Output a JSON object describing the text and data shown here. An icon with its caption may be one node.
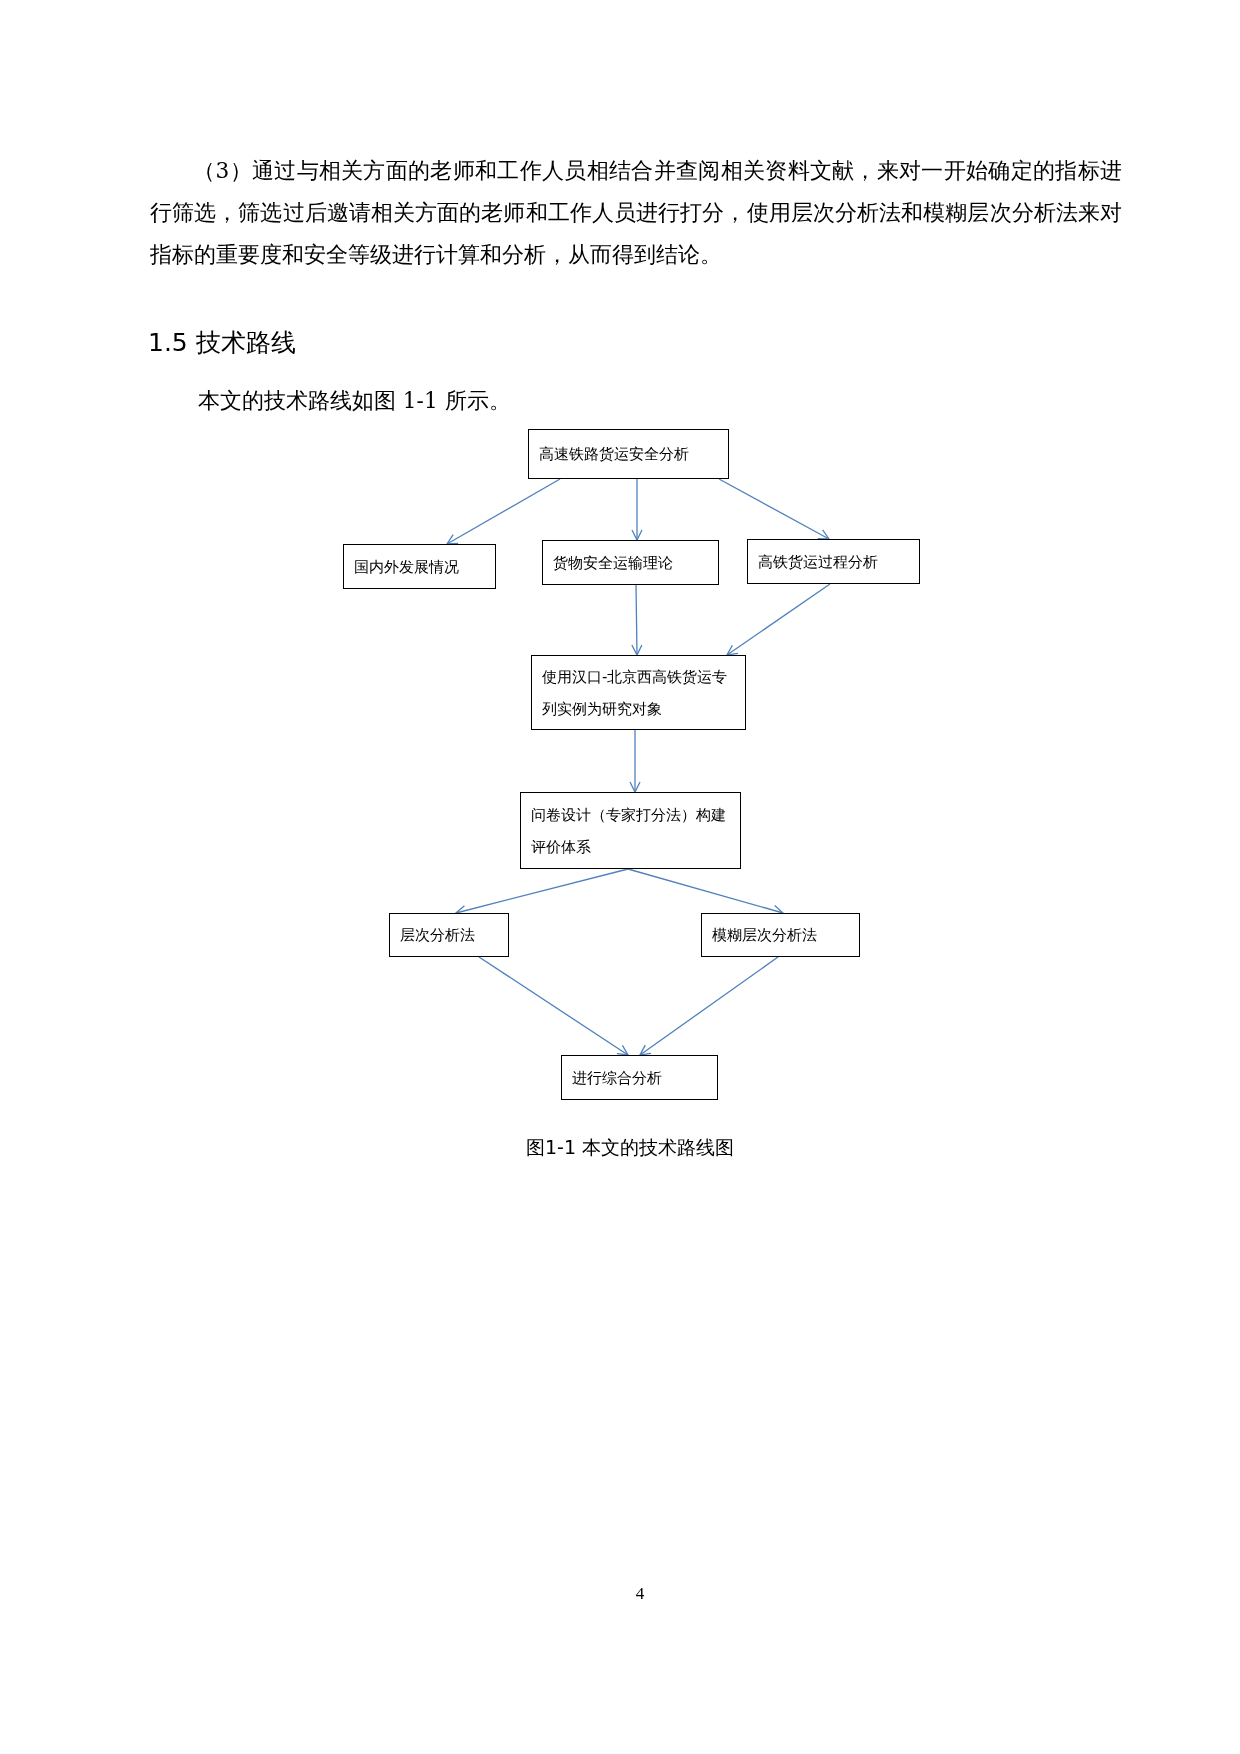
{
  "diagram": {
    "caption": "图1-1  本文的技术路线图",
    "nodes": [
      {
        "text": [
          "高速铁路货运安全分析"
        ]
      },
      {
        "text": [
          "国内外发展情况"
        ]
      },
      {
        "text": [
          "货物安全运输理论"
        ]
      },
      {
        "text": [
          "高铁货运过程分析"
        ]
      },
      {
        "text": [
          "使用汉口-北京西高铁货运专列实例为研究对象"
        ]
      },
      {
        "text": [
          "问卷设计（专家打分法）构建评价体系"
        ]
      },
      {
        "text": [
          "层次分析法"
        ]
      },
      {
        "text": [
          "模糊层次分析法"
        ]
      },
      {
        "text": [
          "进行综合分析"
        ]
      }
    ],
    "edges": [
      {
        "from": 0,
        "to": 1,
        "arrow": "to"
      },
      {
        "from": 0,
        "to": 2,
        "arrow": "to"
      },
      {
        "from": 0,
        "to": 3,
        "arrow": "to"
      },
      {
        "from": 2,
        "to": 4,
        "arrow": "to"
      },
      {
        "from": 3,
        "to": 4,
        "arrow": "to"
      },
      {
        "from": 4,
        "to": 5,
        "arrow": "to"
      },
      {
        "from": 5,
        "to": 6,
        "arrow": "to"
      },
      {
        "from": 5,
        "to": 7,
        "arrow": "to"
      },
      {
        "from": 6,
        "to": 8,
        "arrow": "to"
      },
      {
        "from": 7,
        "to": 8,
        "arrow": "to"
      }
    ],
    "labels": [
      "（3）通过与相关方面的老师和工作人员相结合并查阅相关资料文献，来对一开始确定的指标进行筛选，筛选过后邀请相关方面的老师和工作人员进行打分，使用层次分析法和模糊层次分析法来对指标的重要度和安全等级进行计算和分析，从而得到结论。",
      "1.5  技术路线",
      "本文的技术路线如图 1-1 所示。",
      "4"
    ]
  }
}
